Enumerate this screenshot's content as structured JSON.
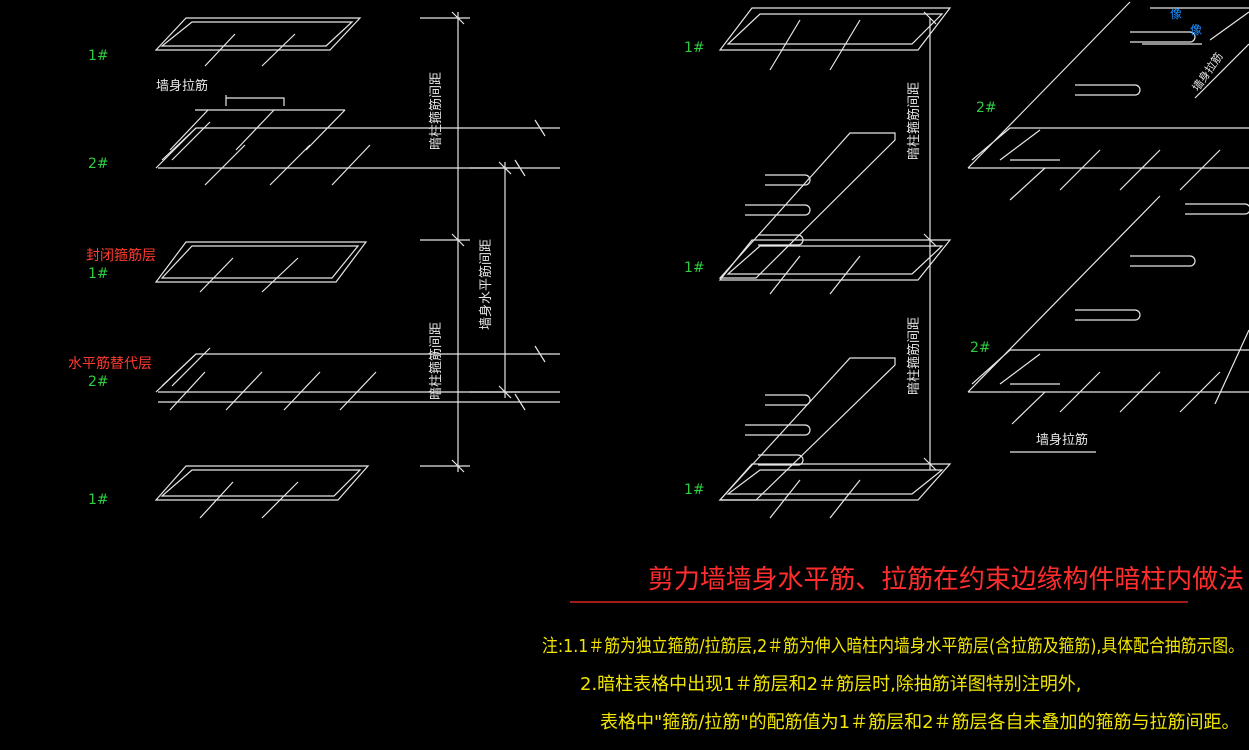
{
  "left": {
    "label_1a": "1#",
    "label_2a": "2#",
    "label_1b": "1#",
    "label_2b": "2#",
    "label_1c": "1#",
    "red_closed": "封闭箍筋层",
    "red_horizontal": "水平筋替代层",
    "tie_label": "墙身拉筋",
    "dim_top": "暗柱箍筋间距",
    "dim_mid": "墙身水平筋间距",
    "dim_bottom": "暗柱箍筋间距"
  },
  "middle": {
    "label_1a": "1#",
    "label_1b": "1#",
    "label_1c": "1#",
    "dim_top": "暗柱箍筋间距",
    "dim_bottom": "暗柱箍筋间距"
  },
  "right": {
    "label_2a": "2#",
    "label_2b": "2#",
    "tie_label_top": "墙身拉筋",
    "tie_label_bottom": "墙身拉筋",
    "blue_1": "像",
    "blue_2": "像"
  },
  "footer": {
    "title": "剪力墙墙身水平筋、拉筋在约束边缘构件暗柱内做法",
    "note1": "注:1.1＃筋为独立箍筋/拉筋层,2＃筋为伸入暗柱内墙身水平筋层(含拉筋及箍筋),具体配合抽筋示图。",
    "note2": "2.暗柱表格中出现1＃筋层和2＃筋层时,除抽筋详图特别注明外,",
    "note3": "表格中\"箍筋/拉筋\"的配筋值为1＃筋层和2＃筋层各自未叠加的箍筋与拉筋间距。"
  },
  "colors": {
    "background": "#000000",
    "lines": "#e6e6e6",
    "green": "#2ecc40",
    "red": "#ff3b30",
    "yellow": "#f2e600",
    "blue": "#1e90ff"
  }
}
